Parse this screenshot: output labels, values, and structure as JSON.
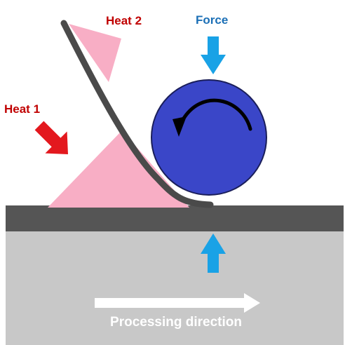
{
  "labels": {
    "heat1": "Heat 1",
    "heat2": "Heat 2",
    "force": "Force",
    "processing_direction": "Processing direction"
  },
  "colors": {
    "heat_label": "#c00000",
    "force_label": "#1b6fb6",
    "heat_zone": "#f8aec5",
    "heat_arrow": "#e3181e",
    "force_arrow": "#19a2e6",
    "roller": "#3a46c8",
    "roller_outline": "#1a1e5a",
    "tape": "#4a4a4a",
    "substrate_top": "#555555",
    "substrate_base": "#c8c8c8",
    "direction_arrow": "#ffffff"
  },
  "icons": {
    "roller": "compaction-roller-icon",
    "rotation": "rotation-arrow-icon"
  }
}
